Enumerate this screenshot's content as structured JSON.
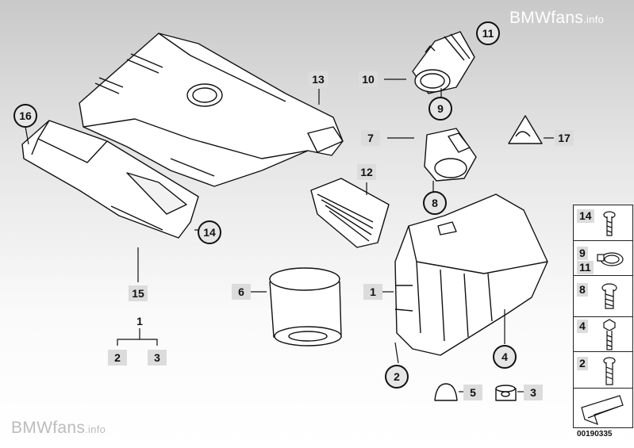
{
  "brand": {
    "name": "BMWfans",
    "suffix": ".info"
  },
  "diagram_id": "00190335",
  "box_labels": [
    "13",
    "10",
    "7",
    "12",
    "16",
    "14",
    "15",
    "6",
    "1",
    "1",
    "2",
    "3",
    "5",
    "3",
    "17"
  ],
  "circle_labels": [
    "11",
    "9",
    "8",
    "16",
    "14",
    "4",
    "2"
  ],
  "side_panel": {
    "rows": [
      {
        "numbers": [
          "14"
        ],
        "icon": "screw-icon"
      },
      {
        "numbers": [
          "9",
          "11"
        ],
        "icon": "hose-clamp-icon"
      },
      {
        "numbers": [
          "8"
        ],
        "icon": "flange-screw-icon"
      },
      {
        "numbers": [
          "4"
        ],
        "icon": "hex-bolt-icon"
      },
      {
        "numbers": [
          "2"
        ],
        "icon": "torx-screw-icon"
      }
    ]
  },
  "colors": {
    "line": "#111111",
    "label_bg": "#dcdcdc",
    "circle_bg": "#e6e6e6"
  }
}
